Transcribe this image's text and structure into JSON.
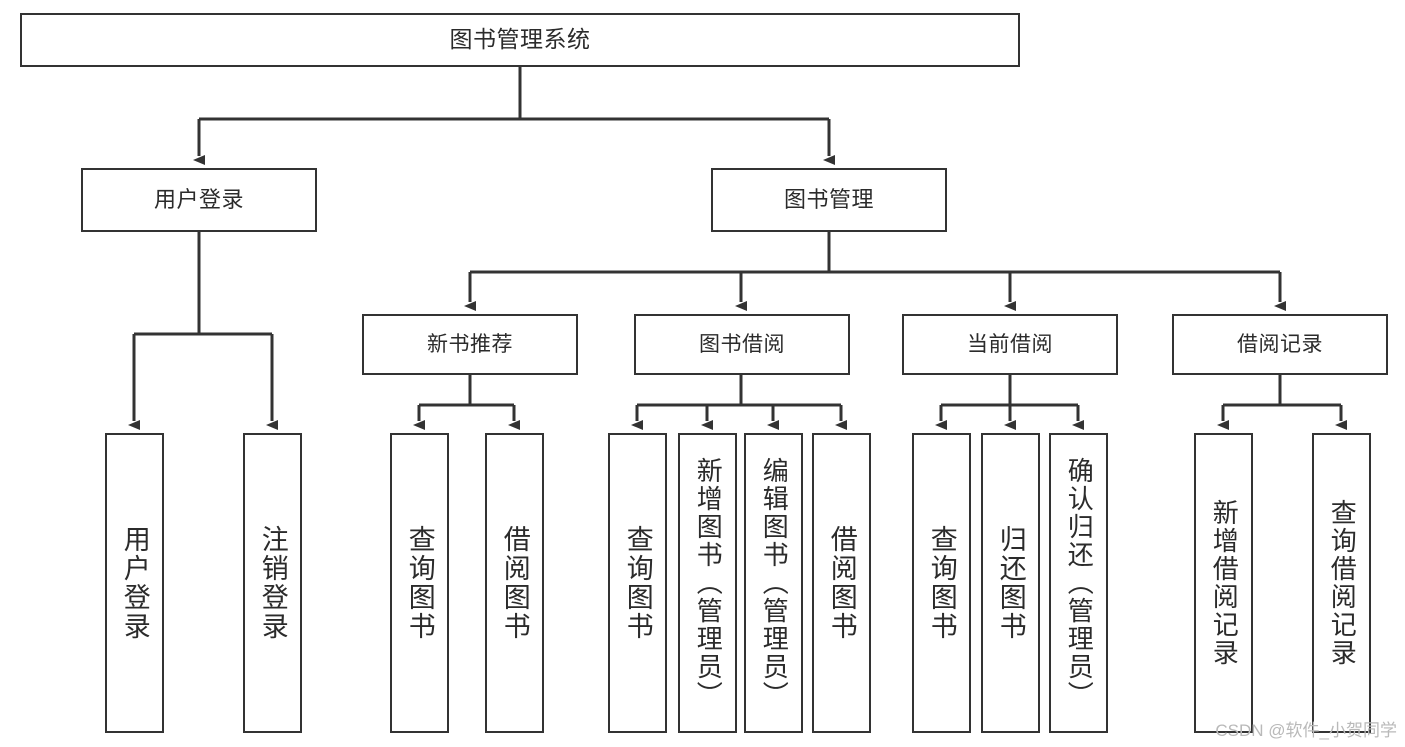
{
  "diagram": {
    "type": "tree-hierarchy",
    "title": "图书管理系统",
    "watermark": "CSDN @软件_小贺同学",
    "colors": {
      "box_border": "#333333",
      "box_fill": "#ffffff",
      "edge": "#333333",
      "text": "#2b2b2b",
      "watermark": "#b9b9b9",
      "background": "#ffffff"
    },
    "nodes": {
      "root": {
        "label": "图书管理系统"
      },
      "level1": [
        {
          "label": "用户登录"
        },
        {
          "label": "图书管理"
        }
      ],
      "level2": [
        {
          "label": "新书推荐"
        },
        {
          "label": "图书借阅"
        },
        {
          "label": "当前借阅"
        },
        {
          "label": "借阅记录"
        }
      ],
      "leaves": {
        "user_login": [
          {
            "label": "用户登录"
          },
          {
            "label": "注销登录"
          }
        ],
        "new_book_recommend": [
          {
            "label": "查询图书"
          },
          {
            "label": "借阅图书"
          }
        ],
        "book_borrow": [
          {
            "label": "查询图书"
          },
          {
            "label": "新增图书（管理员）"
          },
          {
            "label": "编辑图书（管理员）"
          },
          {
            "label": "借阅图书"
          }
        ],
        "current_borrow": [
          {
            "label": "查询图书"
          },
          {
            "label": "归还图书"
          },
          {
            "label": "确认归还（管理员）"
          }
        ],
        "borrow_record": [
          {
            "label": "新增借阅记录"
          },
          {
            "label": "查询借阅记录"
          }
        ]
      }
    }
  }
}
